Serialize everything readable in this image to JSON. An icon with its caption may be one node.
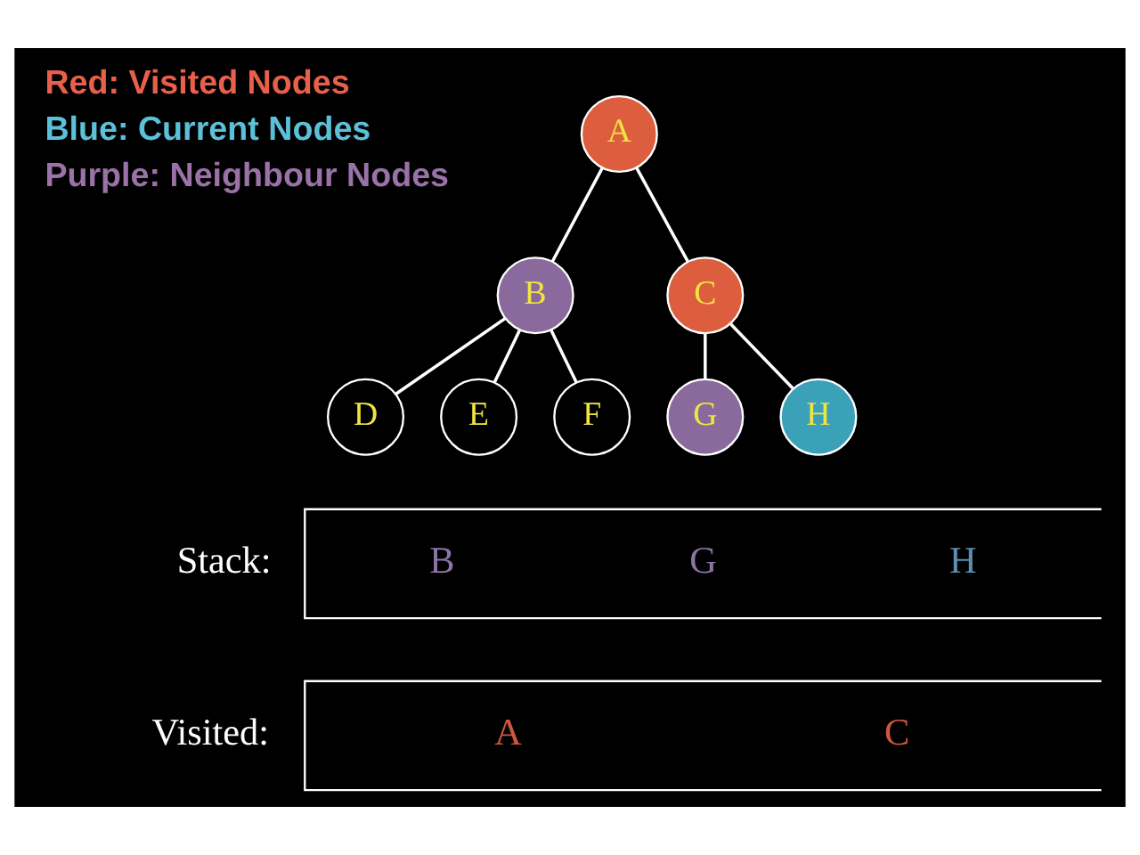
{
  "diagram": {
    "nodes": [
      {
        "text": [
          "A"
        ]
      },
      {
        "text": [
          "B"
        ]
      },
      {
        "text": [
          "C"
        ]
      },
      {
        "text": [
          "D"
        ]
      },
      {
        "text": [
          "E"
        ]
      },
      {
        "text": [
          "F"
        ]
      },
      {
        "text": [
          "G"
        ]
      },
      {
        "text": [
          "H"
        ]
      },
      {
        "text": [
          "Stack:",
          "B",
          "G",
          "H"
        ]
      },
      {
        "text": [
          "Visited:",
          "A",
          "C"
        ]
      }
    ],
    "edges": [
      {
        "from": 0,
        "to": 1,
        "arrow": "none"
      },
      {
        "from": 0,
        "to": 2,
        "arrow": "none"
      },
      {
        "from": 1,
        "to": 3,
        "arrow": "none"
      },
      {
        "from": 1,
        "to": 4,
        "arrow": "none"
      },
      {
        "from": 1,
        "to": 5,
        "arrow": "none"
      },
      {
        "from": 2,
        "to": 6,
        "arrow": "none"
      },
      {
        "from": 2,
        "to": 7,
        "arrow": "none"
      }
    ],
    "legend": [
      {
        "text": "Red: Visited Nodes",
        "color": "#e8604c"
      },
      {
        "text": "Blue: Current Nodes",
        "color": "#5bc0d8"
      },
      {
        "text": "Purple: Neighbour Nodes",
        "color": "#9a72a8"
      }
    ]
  }
}
